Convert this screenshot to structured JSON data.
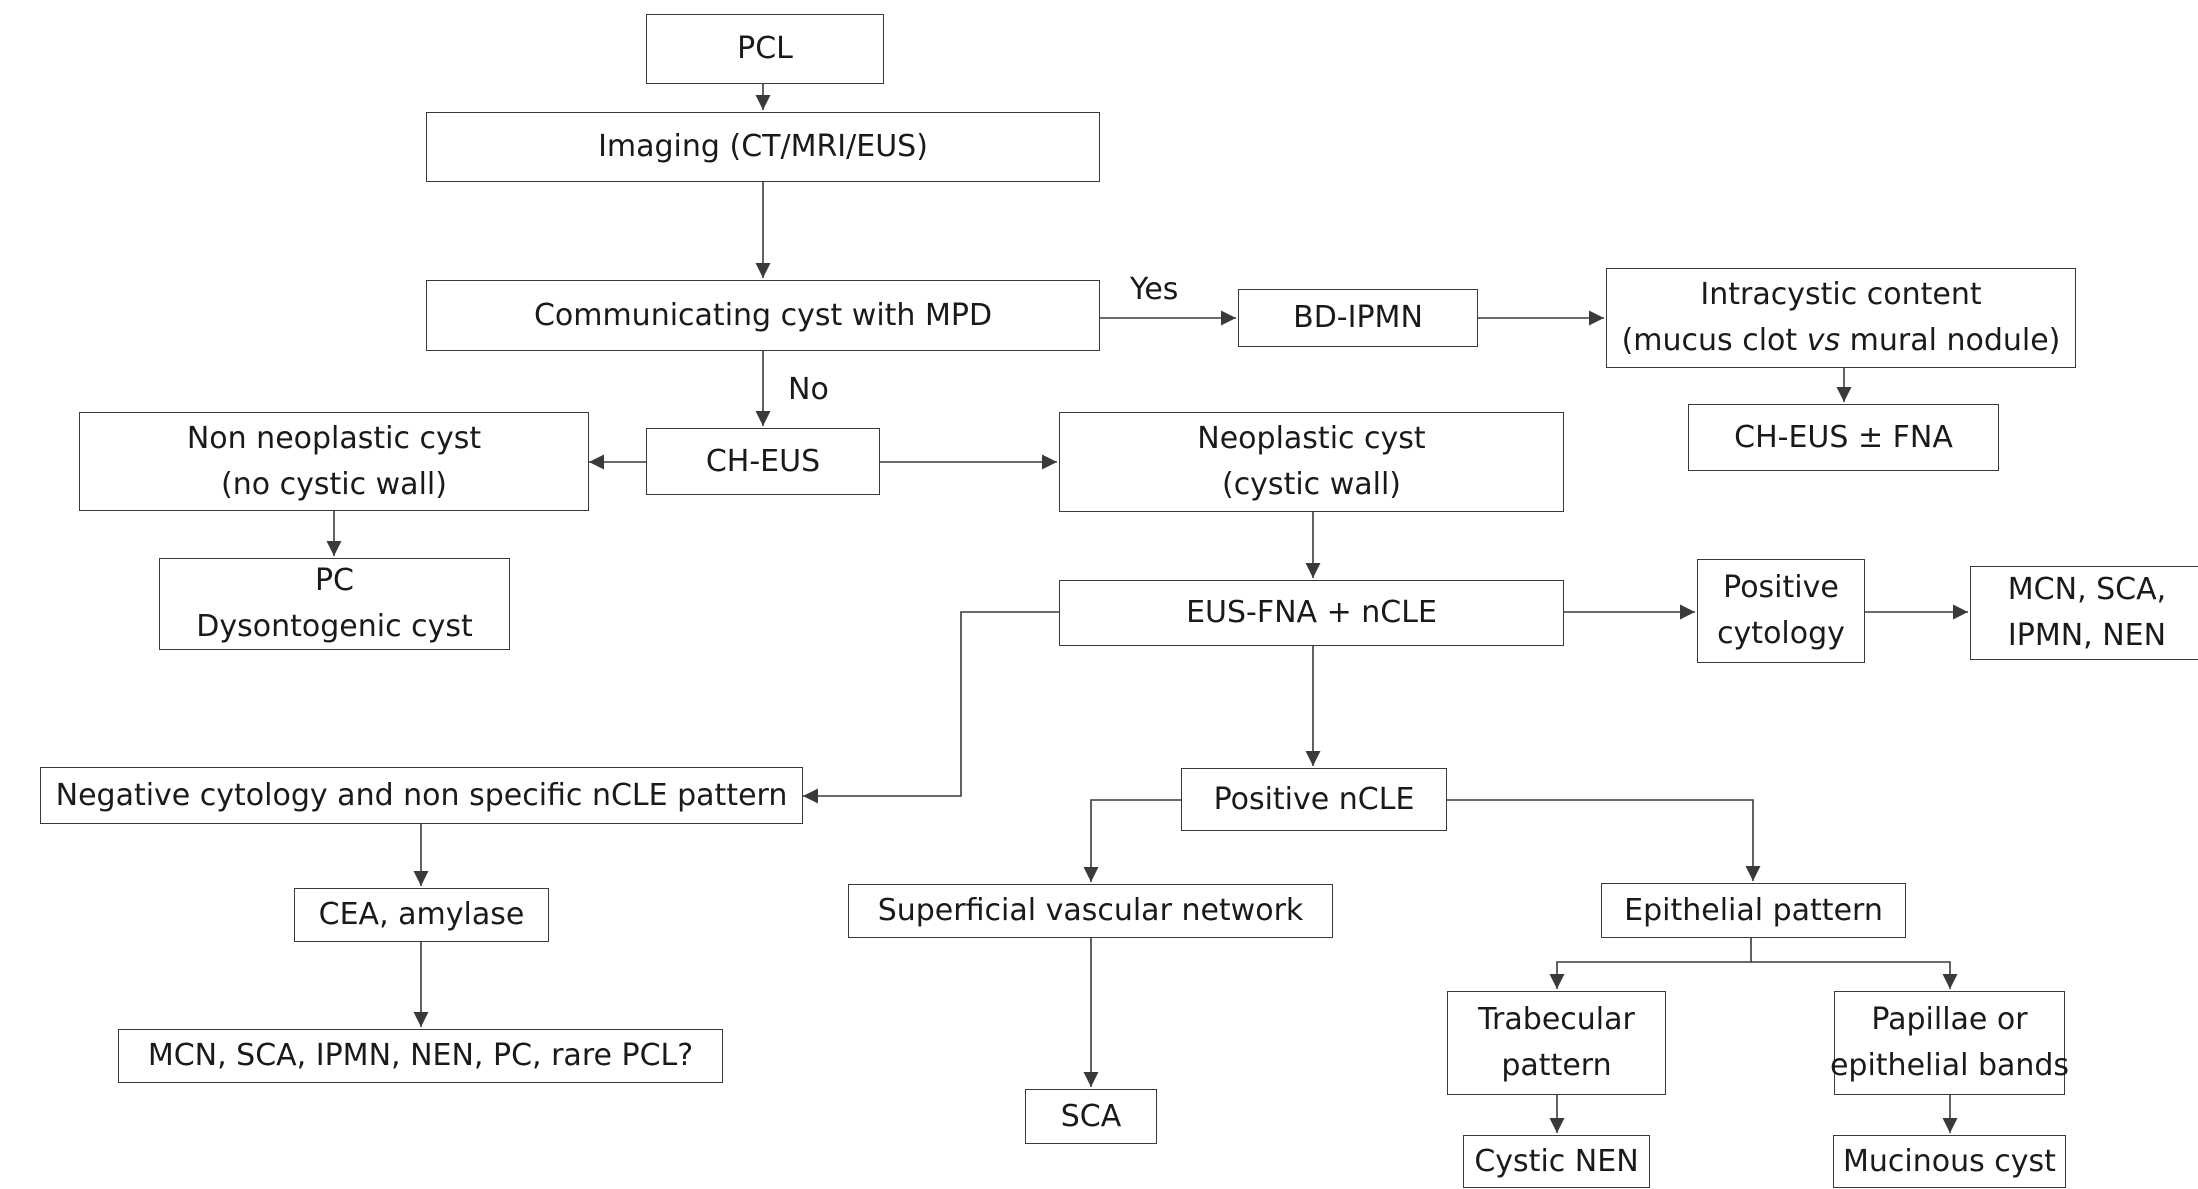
{
  "nodes": {
    "pcl": "PCL",
    "imaging": "Imaging (CT/MRI/EUS)",
    "communicating": "Communicating cyst with MPD",
    "bd_ipmn": "BD-IPMN",
    "intracystic": {
      "line1": "Intracystic content",
      "line2_pre": "(mucus clot ",
      "line2_vs": "vs",
      "line2_post": " mural nodule)"
    },
    "ch_eus_fna": "CH-EUS ± FNA",
    "ch_eus": "CH-EUS",
    "non_neoplastic": {
      "line1": "Non neoplastic cyst",
      "line2": "(no cystic wall)"
    },
    "pc_dysontogenic": {
      "line1": "PC",
      "line2": "Dysontogenic cyst"
    },
    "neoplastic": {
      "line1": "Neoplastic cyst",
      "line2": "(cystic wall)"
    },
    "eus_fna_ncle": "EUS-FNA + nCLE",
    "positive_cytology": {
      "line1": "Positive",
      "line2": "cytology"
    },
    "mcn_sca_ipmn_nen": {
      "line1": "MCN, SCA,",
      "line2": "IPMN, NEN"
    },
    "negative_cytology": "Negative cytology and non specific nCLE pattern",
    "cea_amylase": "CEA, amylase",
    "mcn_list_rare": "MCN, SCA, IPMN, NEN, PC, rare PCL?",
    "positive_ncle": "Positive nCLE",
    "superficial_vascular": "Superficial vascular network",
    "sca": "SCA",
    "epithelial_pattern": "Epithelial pattern",
    "trabecular": {
      "line1": "Trabecular",
      "line2": "pattern"
    },
    "papillae": {
      "line1": "Papillae or",
      "line2": "epithelial bands"
    },
    "cystic_nen": "Cystic NEN",
    "mucinous_cyst": "Mucinous cyst"
  },
  "edge_labels": {
    "yes": "Yes",
    "no": "No"
  }
}
